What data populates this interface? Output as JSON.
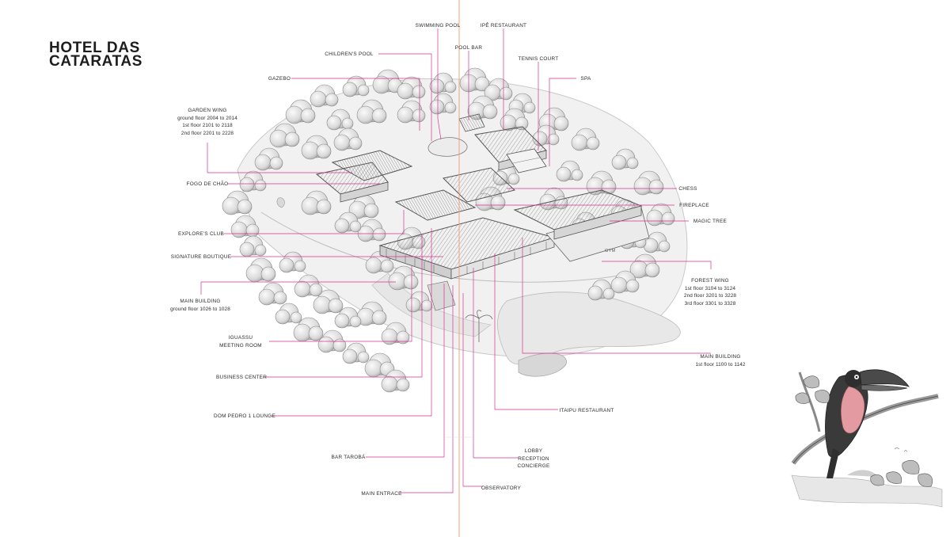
{
  "brand": {
    "line1": "HOTEL DAS",
    "line2": "CATARATAS"
  },
  "colors": {
    "callout_line": "#d6338f",
    "center_line": "#e8a070",
    "ink": "#2b2b2b",
    "toucan_chest": "#e39aa0"
  },
  "labels": {
    "swimming_pool": "SWIMMING POOL",
    "ipe_restaurant": "IPÊ RESTAURANT",
    "pool_bar": "POOL BAR",
    "childrens_pool": "CHILDREN'S POOL",
    "tennis_court": "TENNIS COURT",
    "gazebo": "GAZEBO",
    "spa": "SPA",
    "garden_wing": {
      "title": "GARDEN WING",
      "l1": "ground floor 2004 to 2014",
      "l2": "1st floor 2101 to 2118",
      "l3": "2nd floor 2201 to 2228"
    },
    "fogo_de_chao": "FOGO DE CHÃO",
    "chess": "CHESS",
    "fireplace": "FIREPLACE",
    "magic_tree": "MAGIC TREE",
    "explorers_club": "EXPLORE'S CLUB",
    "signature_boutique": "SIGNATURE BOUTIQUE",
    "gym": "GYM",
    "forest_wing": {
      "title": "FOREST WING",
      "l1": "1st floor 3104 to 3124",
      "l2": "2nd floor 3201 to 3228",
      "l3": "3rd floor 3301 to 3328"
    },
    "main_building_ground": {
      "title": "MAIN BUILDING",
      "l1": "ground floor 1026 to 1028"
    },
    "iguassu": {
      "l1": "IGUASSU",
      "l2": "MEETING ROOM"
    },
    "main_building_first": {
      "title": "MAIN BUILDING",
      "l1": "1st floor 1100 to 1142"
    },
    "business_center": "BUSINESS CENTER",
    "itaipu_restaurant": "ITAIPU RESTAURANT",
    "dom_pedro": "DOM PEDRO 1 LOUNGE",
    "lobby": {
      "l1": "LOBBY",
      "l2": "RECEPTION",
      "l3": "CONCIERGE"
    },
    "bar_taroba": "BAR TAROBÁ",
    "observatory": "OBSERVATORY",
    "main_entrance": "MAIN ENTRACE"
  }
}
